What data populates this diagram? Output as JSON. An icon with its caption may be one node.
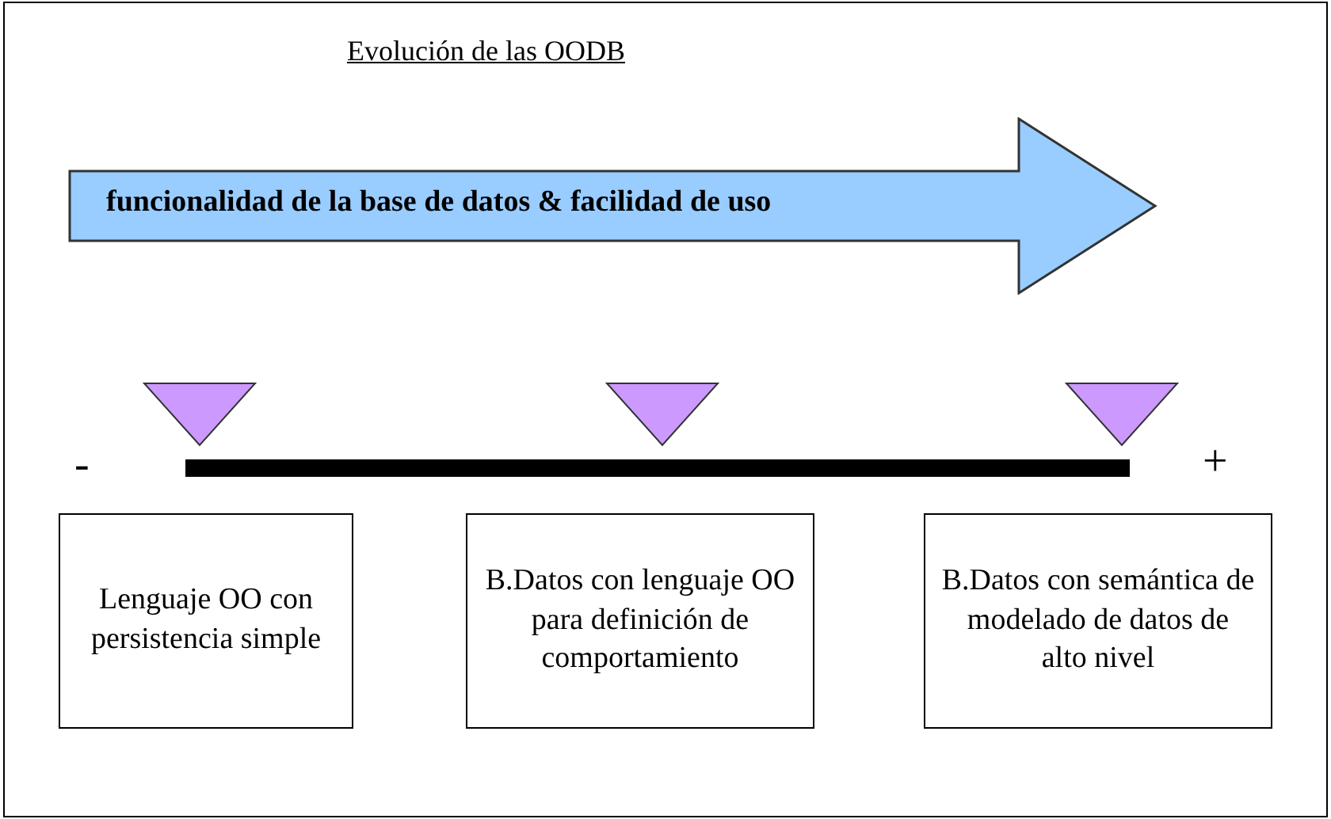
{
  "diagram": {
    "title": "Evolución de las OODB",
    "nodes": [
      {
        "text": [
          "funcionalidad de la base de datos & facilidad de uso"
        ]
      },
      {
        "text": [
          "Lenguaje OO con persistencia simple"
        ]
      },
      {
        "text": [
          "B.Datos con lenguaje OO para definición de comportamiento"
        ]
      },
      {
        "text": [
          "B.Datos con semántica de modelado de datos de alto nivel"
        ]
      }
    ],
    "labels": [
      "-",
      "+"
    ]
  }
}
